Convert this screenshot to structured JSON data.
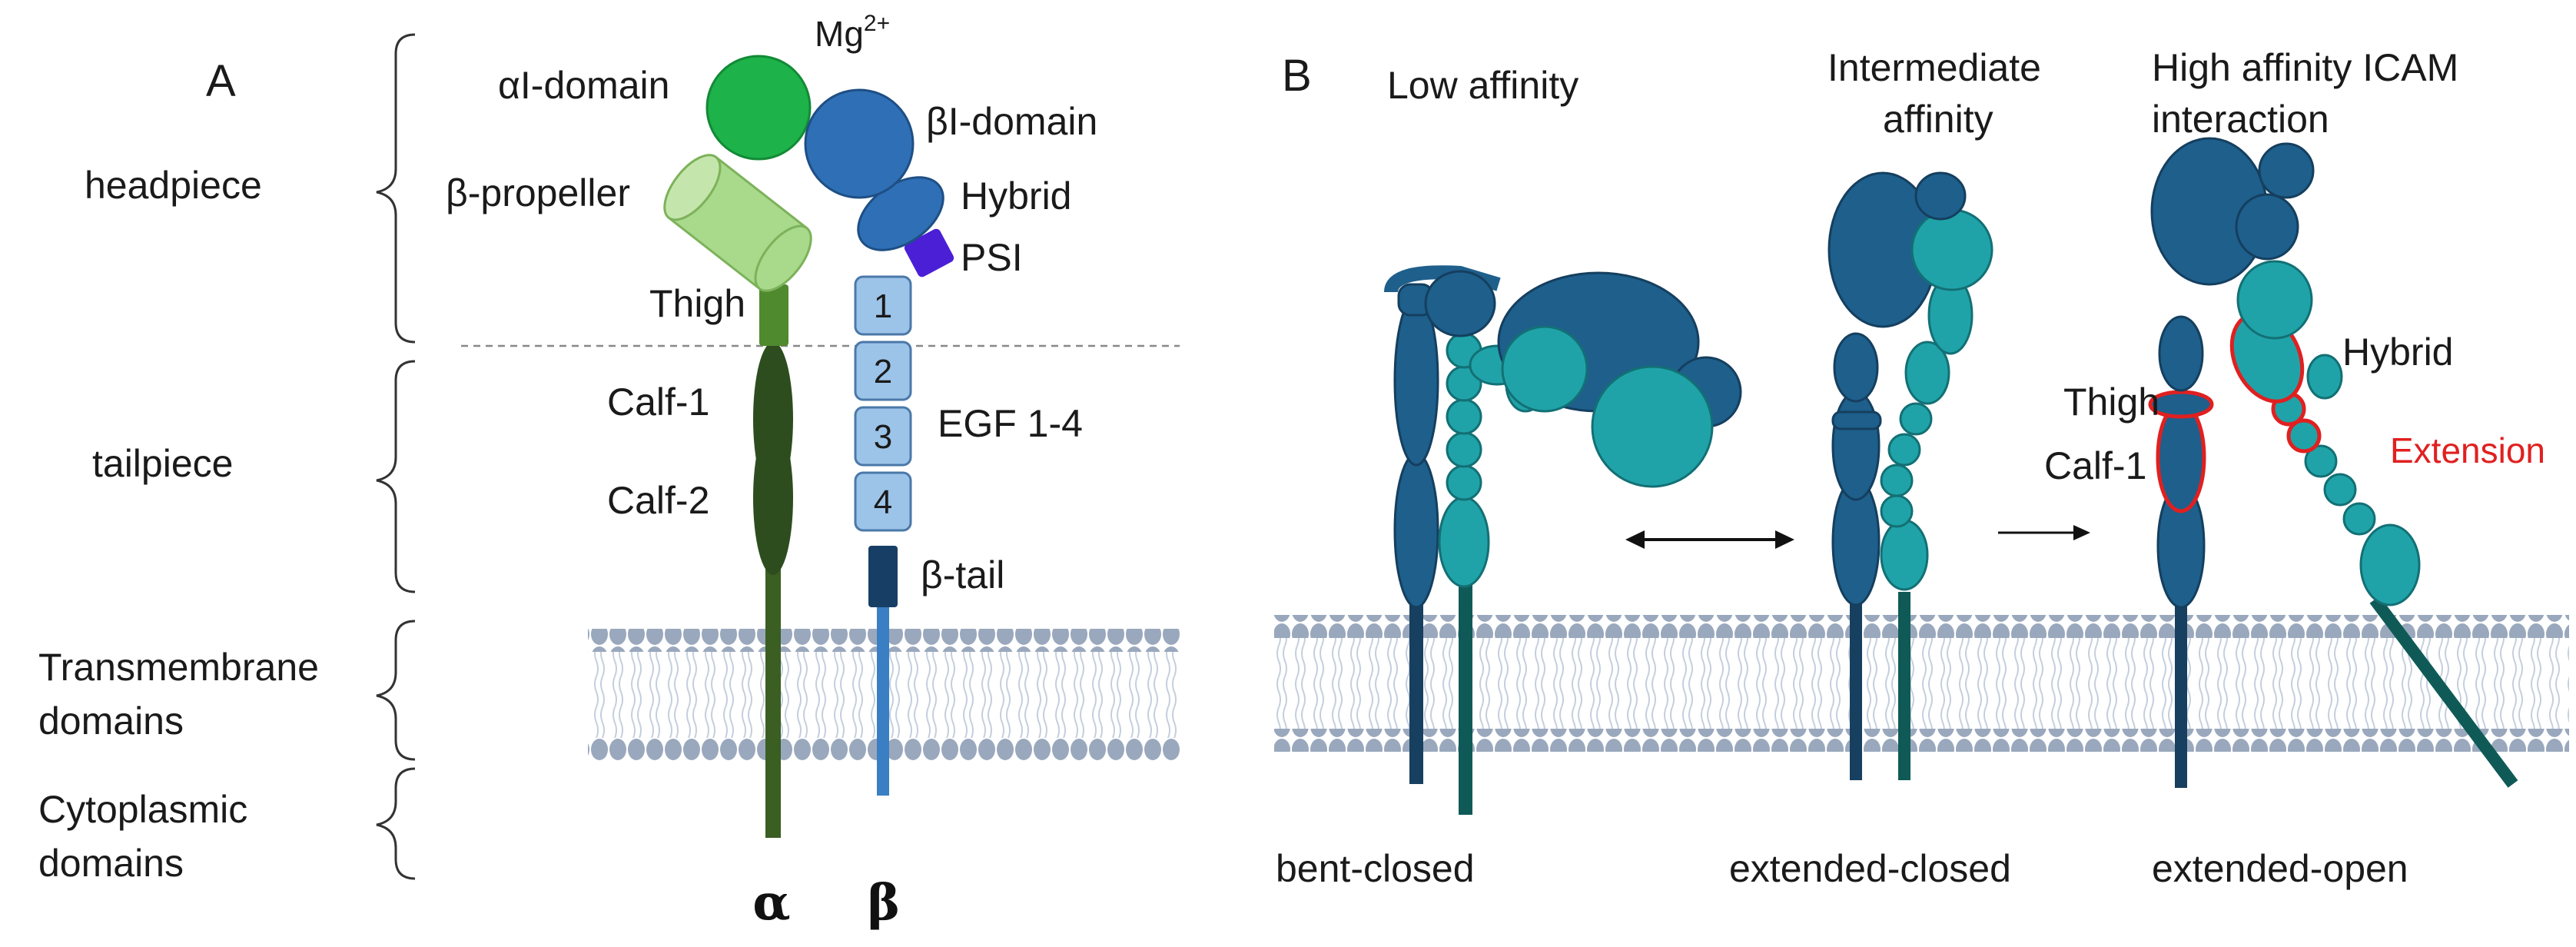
{
  "panel_a": {
    "panel_letter": "A",
    "regions": {
      "headpiece": "headpiece",
      "tailpiece": "tailpiece",
      "transmembrane_line1": "Transmembrane",
      "transmembrane_line2": "domains",
      "cytoplasmic_line1": "Cytoplasmic",
      "cytoplasmic_line2": "domains"
    },
    "labels": {
      "mg": "Mg",
      "mg_sup": "2+",
      "ai_domain": "αI-domain",
      "b_propeller": "β-propeller",
      "bi_domain": "βI-domain",
      "hybrid": "Hybrid",
      "psi": "PSI",
      "thigh": "Thigh",
      "calf1": "Calf-1",
      "calf2": "Calf-2",
      "egf": "EGF 1-4",
      "b_tail": "β-tail",
      "egf_numbers": [
        "1",
        "2",
        "3",
        "4"
      ]
    },
    "chains": {
      "alpha": "α",
      "beta": "β"
    }
  },
  "panel_b": {
    "panel_letter": "B",
    "states": {
      "low_affinity": "Low affinity",
      "intermediate_line1": "Intermediate",
      "intermediate_line2": "affinity",
      "high_line1": "High affinity ICAM",
      "high_line2": "interaction"
    },
    "conformations": {
      "bent": "bent-closed",
      "ext_closed": "extended-closed",
      "ext_open": "extended-open"
    },
    "annotations": {
      "thigh": "Thigh",
      "calf1": "Calf-1",
      "hybrid": "Hybrid",
      "extension": "Extension"
    }
  },
  "colors": {
    "alpha_dark": "#1e5f8c",
    "beta_teal": "#1fa3a8",
    "green_ai": "#1db24a",
    "light_green": "#a9d98b",
    "thigh_green": "#4f8a2e",
    "calf_green": "#2e4d1f",
    "egf_blue": "#9cc3e8",
    "psi_purple": "#4a1fd6",
    "membrane": "#9aa8bd",
    "highlight_red": "#e02020"
  }
}
